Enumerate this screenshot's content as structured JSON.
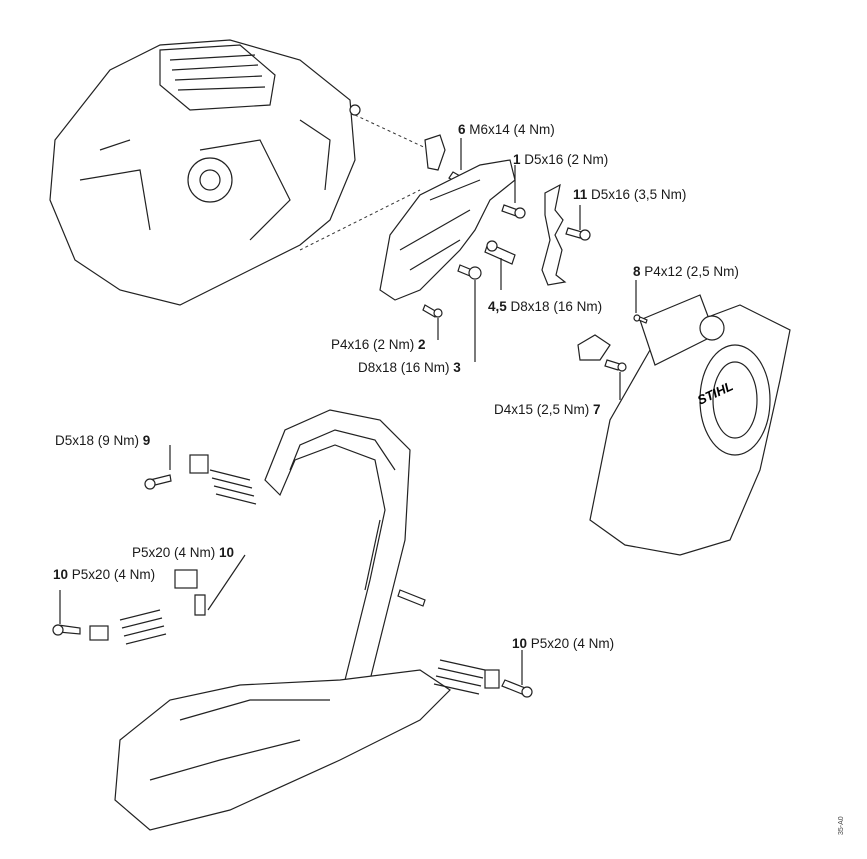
{
  "callouts": [
    {
      "num": "6",
      "spec": "M6x14 (4 Nm)"
    },
    {
      "num": "1",
      "spec": "D5x16 (2 Nm)"
    },
    {
      "num": "11",
      "spec": "D5x16 (3,5 Nm)"
    },
    {
      "num": "8",
      "spec": "P4x12 (2,5 Nm)"
    },
    {
      "num": "4,5",
      "spec": "D8x18 (16 Nm)"
    },
    {
      "num": "2",
      "spec": "P4x16 (2 Nm)"
    },
    {
      "num": "3",
      "spec": "D8x18 (16 Nm)"
    },
    {
      "num": "7",
      "spec": "D4x15 (2,5 Nm)"
    },
    {
      "num": "9",
      "spec": "D5x18 (9 Nm)"
    },
    {
      "num": "10",
      "spec": "P5x20 (4 Nm)"
    },
    {
      "num": "10",
      "spec": "P5x20 (4 Nm)"
    },
    {
      "num": "10",
      "spec": "P5x20 (4 Nm)"
    }
  ],
  "logo_text": "STIHL",
  "drawing_code": "35-A0"
}
